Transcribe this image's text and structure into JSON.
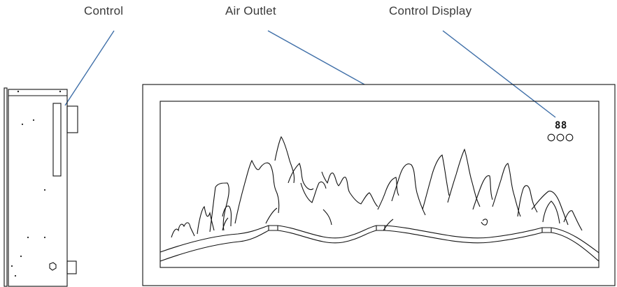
{
  "labels": {
    "control": "Control",
    "air_outlet": "Air Outlet",
    "control_display": "Control Display"
  },
  "display": {
    "digits": "88"
  },
  "colors": {
    "leader": "#3f6fa8",
    "line": "#111111",
    "label_text": "#3a3a3a"
  }
}
